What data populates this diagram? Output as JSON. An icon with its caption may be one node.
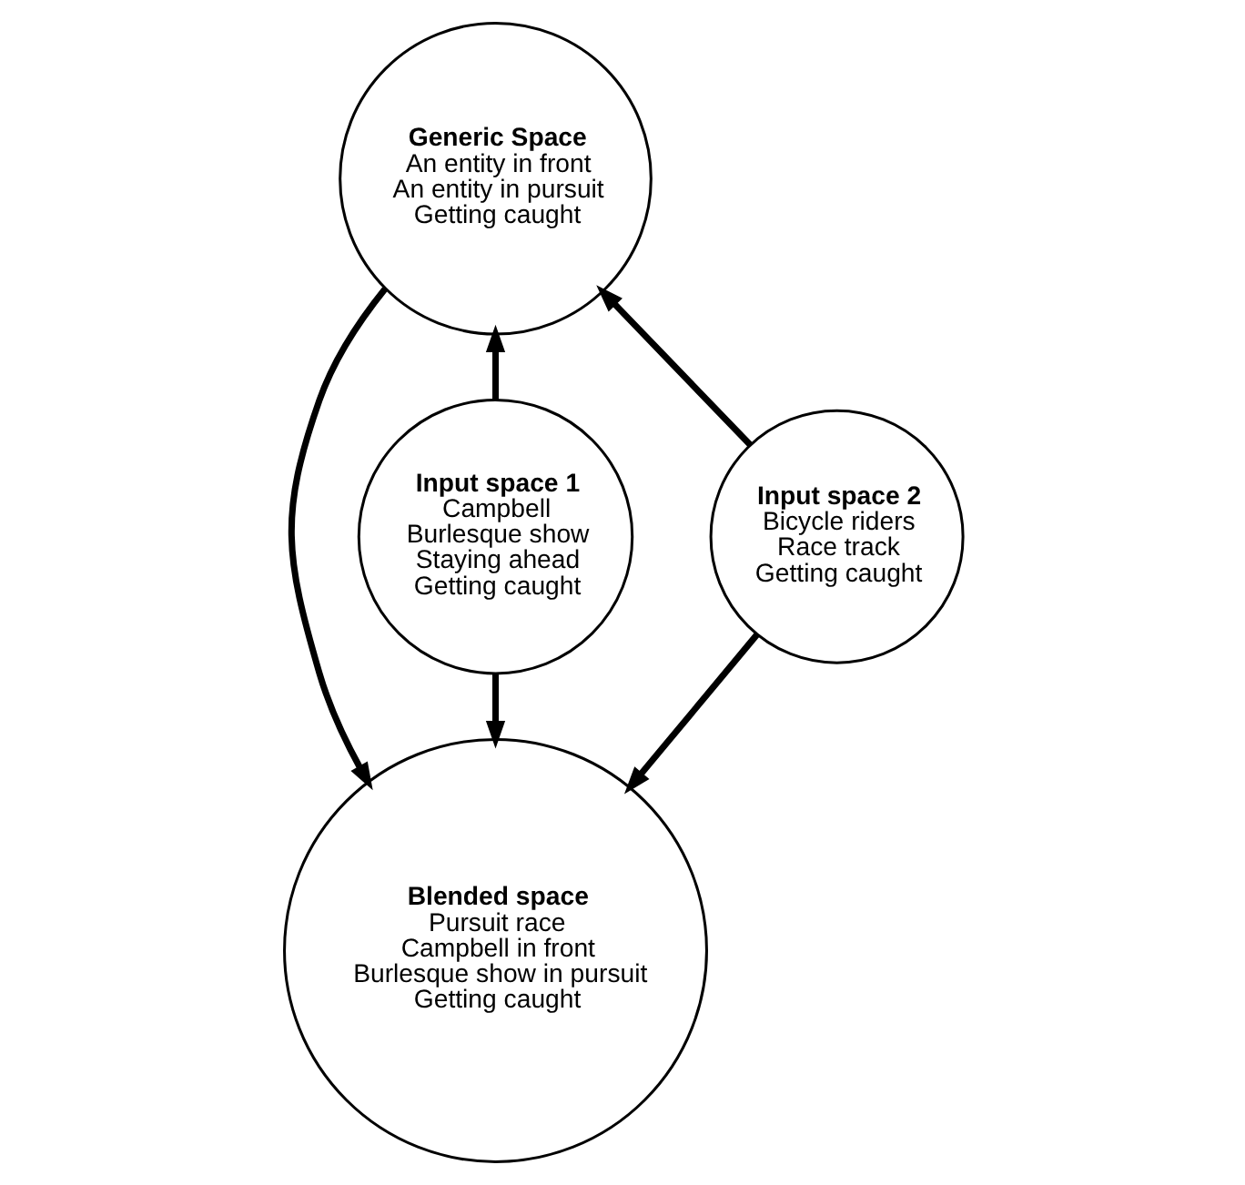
{
  "diagram": {
    "nodes": [
      {
        "text": [
          "Generic Space",
          "An entity in front",
          "An entity in pursuit",
          "Getting caught"
        ]
      },
      {
        "text": [
          "Input space 1",
          "Campbell",
          "Burlesque show",
          "Staying ahead",
          "Getting caught"
        ]
      },
      {
        "text": [
          "Input space 2",
          "Bicycle riders",
          "Race track",
          "Getting caught"
        ]
      },
      {
        "text": [
          "Blended space",
          "Pursuit race",
          "Campbell in front",
          "Burlesque show in pursuit",
          "Getting caught"
        ]
      }
    ],
    "edges": [
      {
        "from": 1,
        "to": 0,
        "arrow": "to"
      },
      {
        "from": 2,
        "to": 0,
        "arrow": "to"
      },
      {
        "from": 0,
        "to": 3,
        "arrow": "to"
      },
      {
        "from": 1,
        "to": 3,
        "arrow": "to"
      },
      {
        "from": 2,
        "to": 3,
        "arrow": "to"
      }
    ]
  }
}
